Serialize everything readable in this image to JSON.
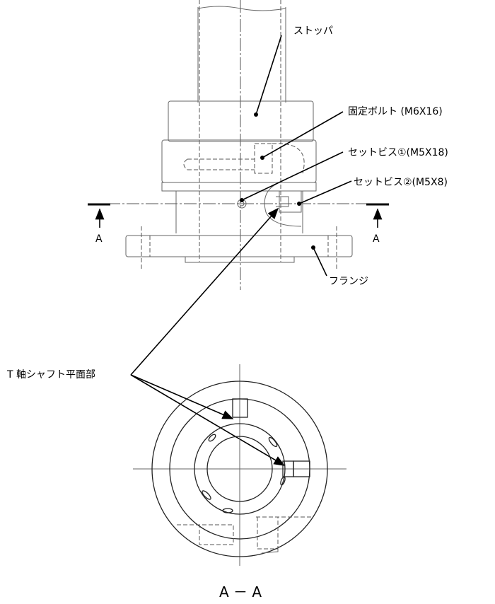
{
  "labels": {
    "stopper": "ストッパ",
    "fixing_bolt": "固定ボルト (M6X16)",
    "set_screw_1": "セットビス①(M5X18)",
    "set_screw_2": "セットビス②(M5X8)",
    "flange": "フランジ",
    "t_axis_flat": "T 軸シャフト平面部",
    "section_mark_left": "A",
    "section_mark_right": "A",
    "section_title": "A － A"
  }
}
